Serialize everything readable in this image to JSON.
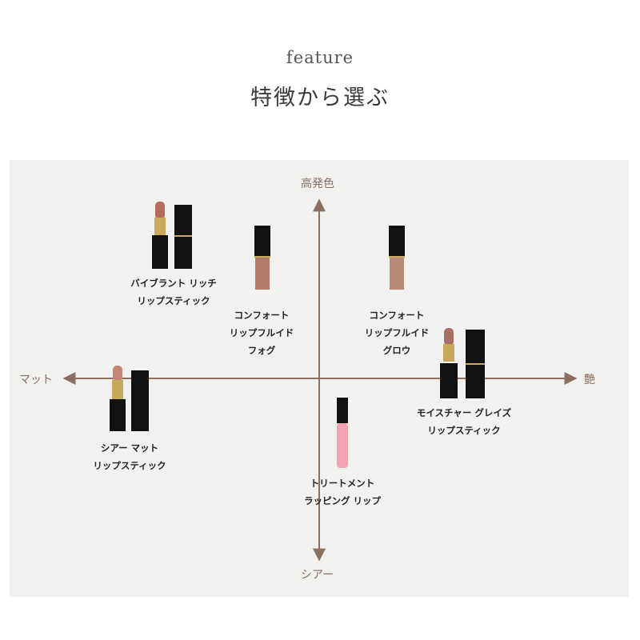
{
  "header": {
    "subtitle": "feature",
    "title": "特徴から選ぶ"
  },
  "axes": {
    "top": "高発色",
    "bottom": "シアー",
    "left": "マット",
    "right": "艶"
  },
  "colors": {
    "axis": "#8a6e60",
    "panel": "#f1f1f0",
    "case": "#111111",
    "gold": "#c9a85c"
  },
  "products": [
    {
      "line1": "バイブラント リッチ",
      "line2": "リップスティック",
      "type": "lipstick-pair",
      "shade": "#b76a5c"
    },
    {
      "line1": "コンフォート",
      "line2": "リップフルイド",
      "line3": "フォグ",
      "type": "fluid",
      "shade": "#b27a6a"
    },
    {
      "line1": "コンフォート",
      "line2": "リップフルイド",
      "line3": "グロウ",
      "type": "fluid",
      "shade": "#b88a7a"
    },
    {
      "line1": "モイスチャー グレイズ",
      "line2": "リップスティック",
      "type": "lipstick-pair",
      "shade": "#a87065"
    },
    {
      "line1": "シアー マット",
      "line2": "リップスティック",
      "type": "lipstick-pair",
      "shade": "#c48776"
    },
    {
      "line1": "トリートメント",
      "line2": "ラッピング リップ",
      "type": "gloss",
      "shade": "#f3a4b0"
    }
  ]
}
